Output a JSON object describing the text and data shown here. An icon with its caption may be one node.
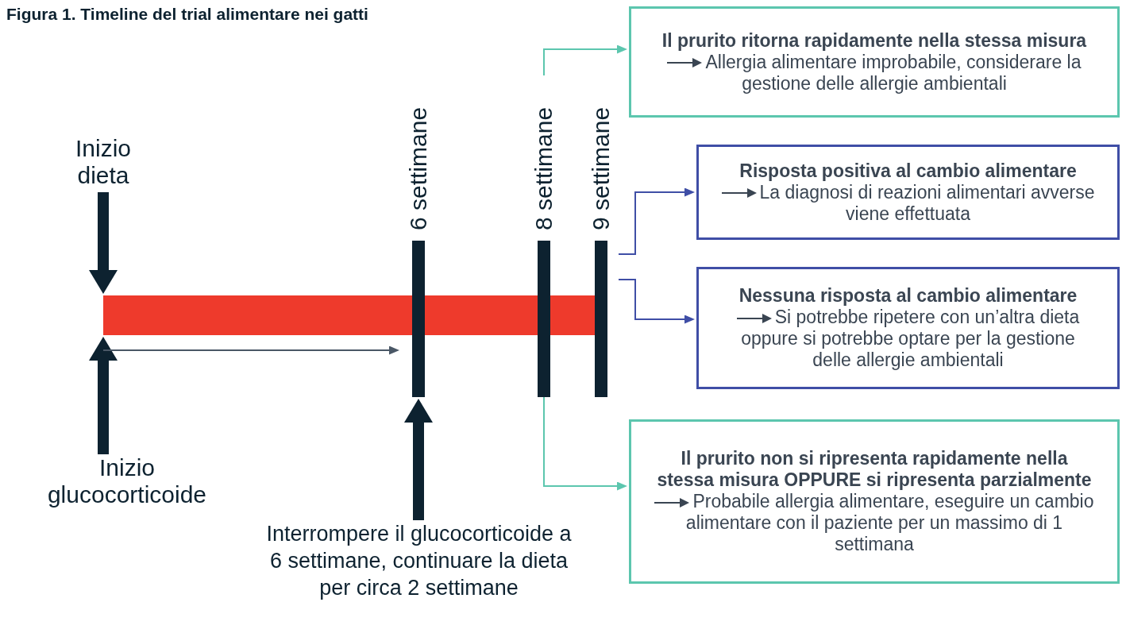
{
  "diagram": {
    "title": "Figura 1. Timeline del trial alimentare nei gatti",
    "nodes": [
      {
        "text": [
          "Inizio dieta"
        ]
      },
      {
        "text": [
          "Inizio glucocorticoide"
        ]
      },
      {
        "text": [],
        "shape": "bar"
      },
      {
        "text": [
          "6 settimane"
        ]
      },
      {
        "text": [
          "8 settimane"
        ]
      },
      {
        "text": [
          "9 settimane"
        ]
      },
      {
        "text": [
          "Interrompere il glucocorticoide a 6 settimane, continuare la dieta per circa 2 settimane"
        ]
      },
      {
        "text": [
          "Il prurito ritorna rapidamente nella stessa misura",
          "Allergia alimentare improbabile, considerare la gestione delle allergie ambientali"
        ]
      },
      {
        "text": [
          "Risposta positiva al cambio alimentare",
          "La diagnosi di reazioni alimentari avverse viene effettuata"
        ]
      },
      {
        "text": [
          "Nessuna risposta al cambio alimentare",
          "Si potrebbe ripetere con un’altra dieta oppure si potrebbe optare per la gestione delle allergie ambientali"
        ]
      },
      {
        "text": [
          "Il prurito non si ripresenta rapidamente nella stessa misura OPPURE si ripresenta parzialmente",
          "Probabile allergia alimentare, eseguire un cambio alimentare con il paziente per un massimo di 1 settimana"
        ]
      }
    ],
    "edges": [
      {
        "from": 0,
        "to": 2,
        "arrow": "to",
        "style": "thick"
      },
      {
        "from": 1,
        "to": 2,
        "arrow": "to",
        "style": "thick"
      },
      {
        "from": null,
        "to": 3,
        "arrow": "to",
        "color": "#4a5766"
      },
      {
        "from": 6,
        "to": 3,
        "arrow": "to",
        "style": "thick"
      },
      {
        "from": 4,
        "to": 7,
        "arrow": "to",
        "color": "#5cc6ae"
      },
      {
        "from": 5,
        "to": 8,
        "arrow": "to",
        "color": "#3f4ea6"
      },
      {
        "from": 5,
        "to": 9,
        "arrow": "to",
        "color": "#3f4ea6"
      },
      {
        "from": 4,
        "to": 10,
        "arrow": "to",
        "color": "#5cc6ae"
      }
    ]
  }
}
